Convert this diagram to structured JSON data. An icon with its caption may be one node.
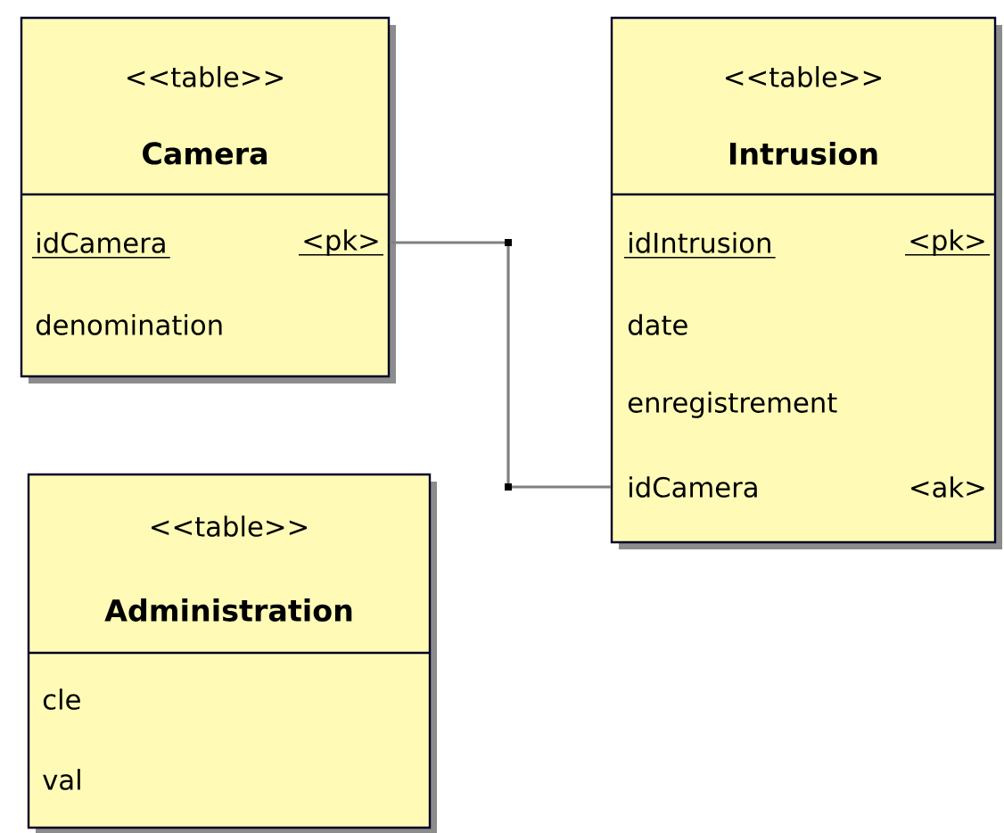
{
  "diagram": {
    "nodes": [
      {
        "text": [
          "<<table>>",
          "Camera",
          "idCamera",
          "<pk>",
          "denomination"
        ]
      },
      {
        "text": [
          "<<table>>",
          "Intrusion",
          "idIntrusion",
          "<pk>",
          "date",
          "enregistrement",
          "idCamera",
          "<ak>"
        ]
      },
      {
        "text": [
          "<<table>>",
          "Administration",
          "cle",
          "val"
        ]
      }
    ],
    "edges": [
      {
        "from": 0,
        "to": 1,
        "arrow": "none"
      }
    ]
  }
}
